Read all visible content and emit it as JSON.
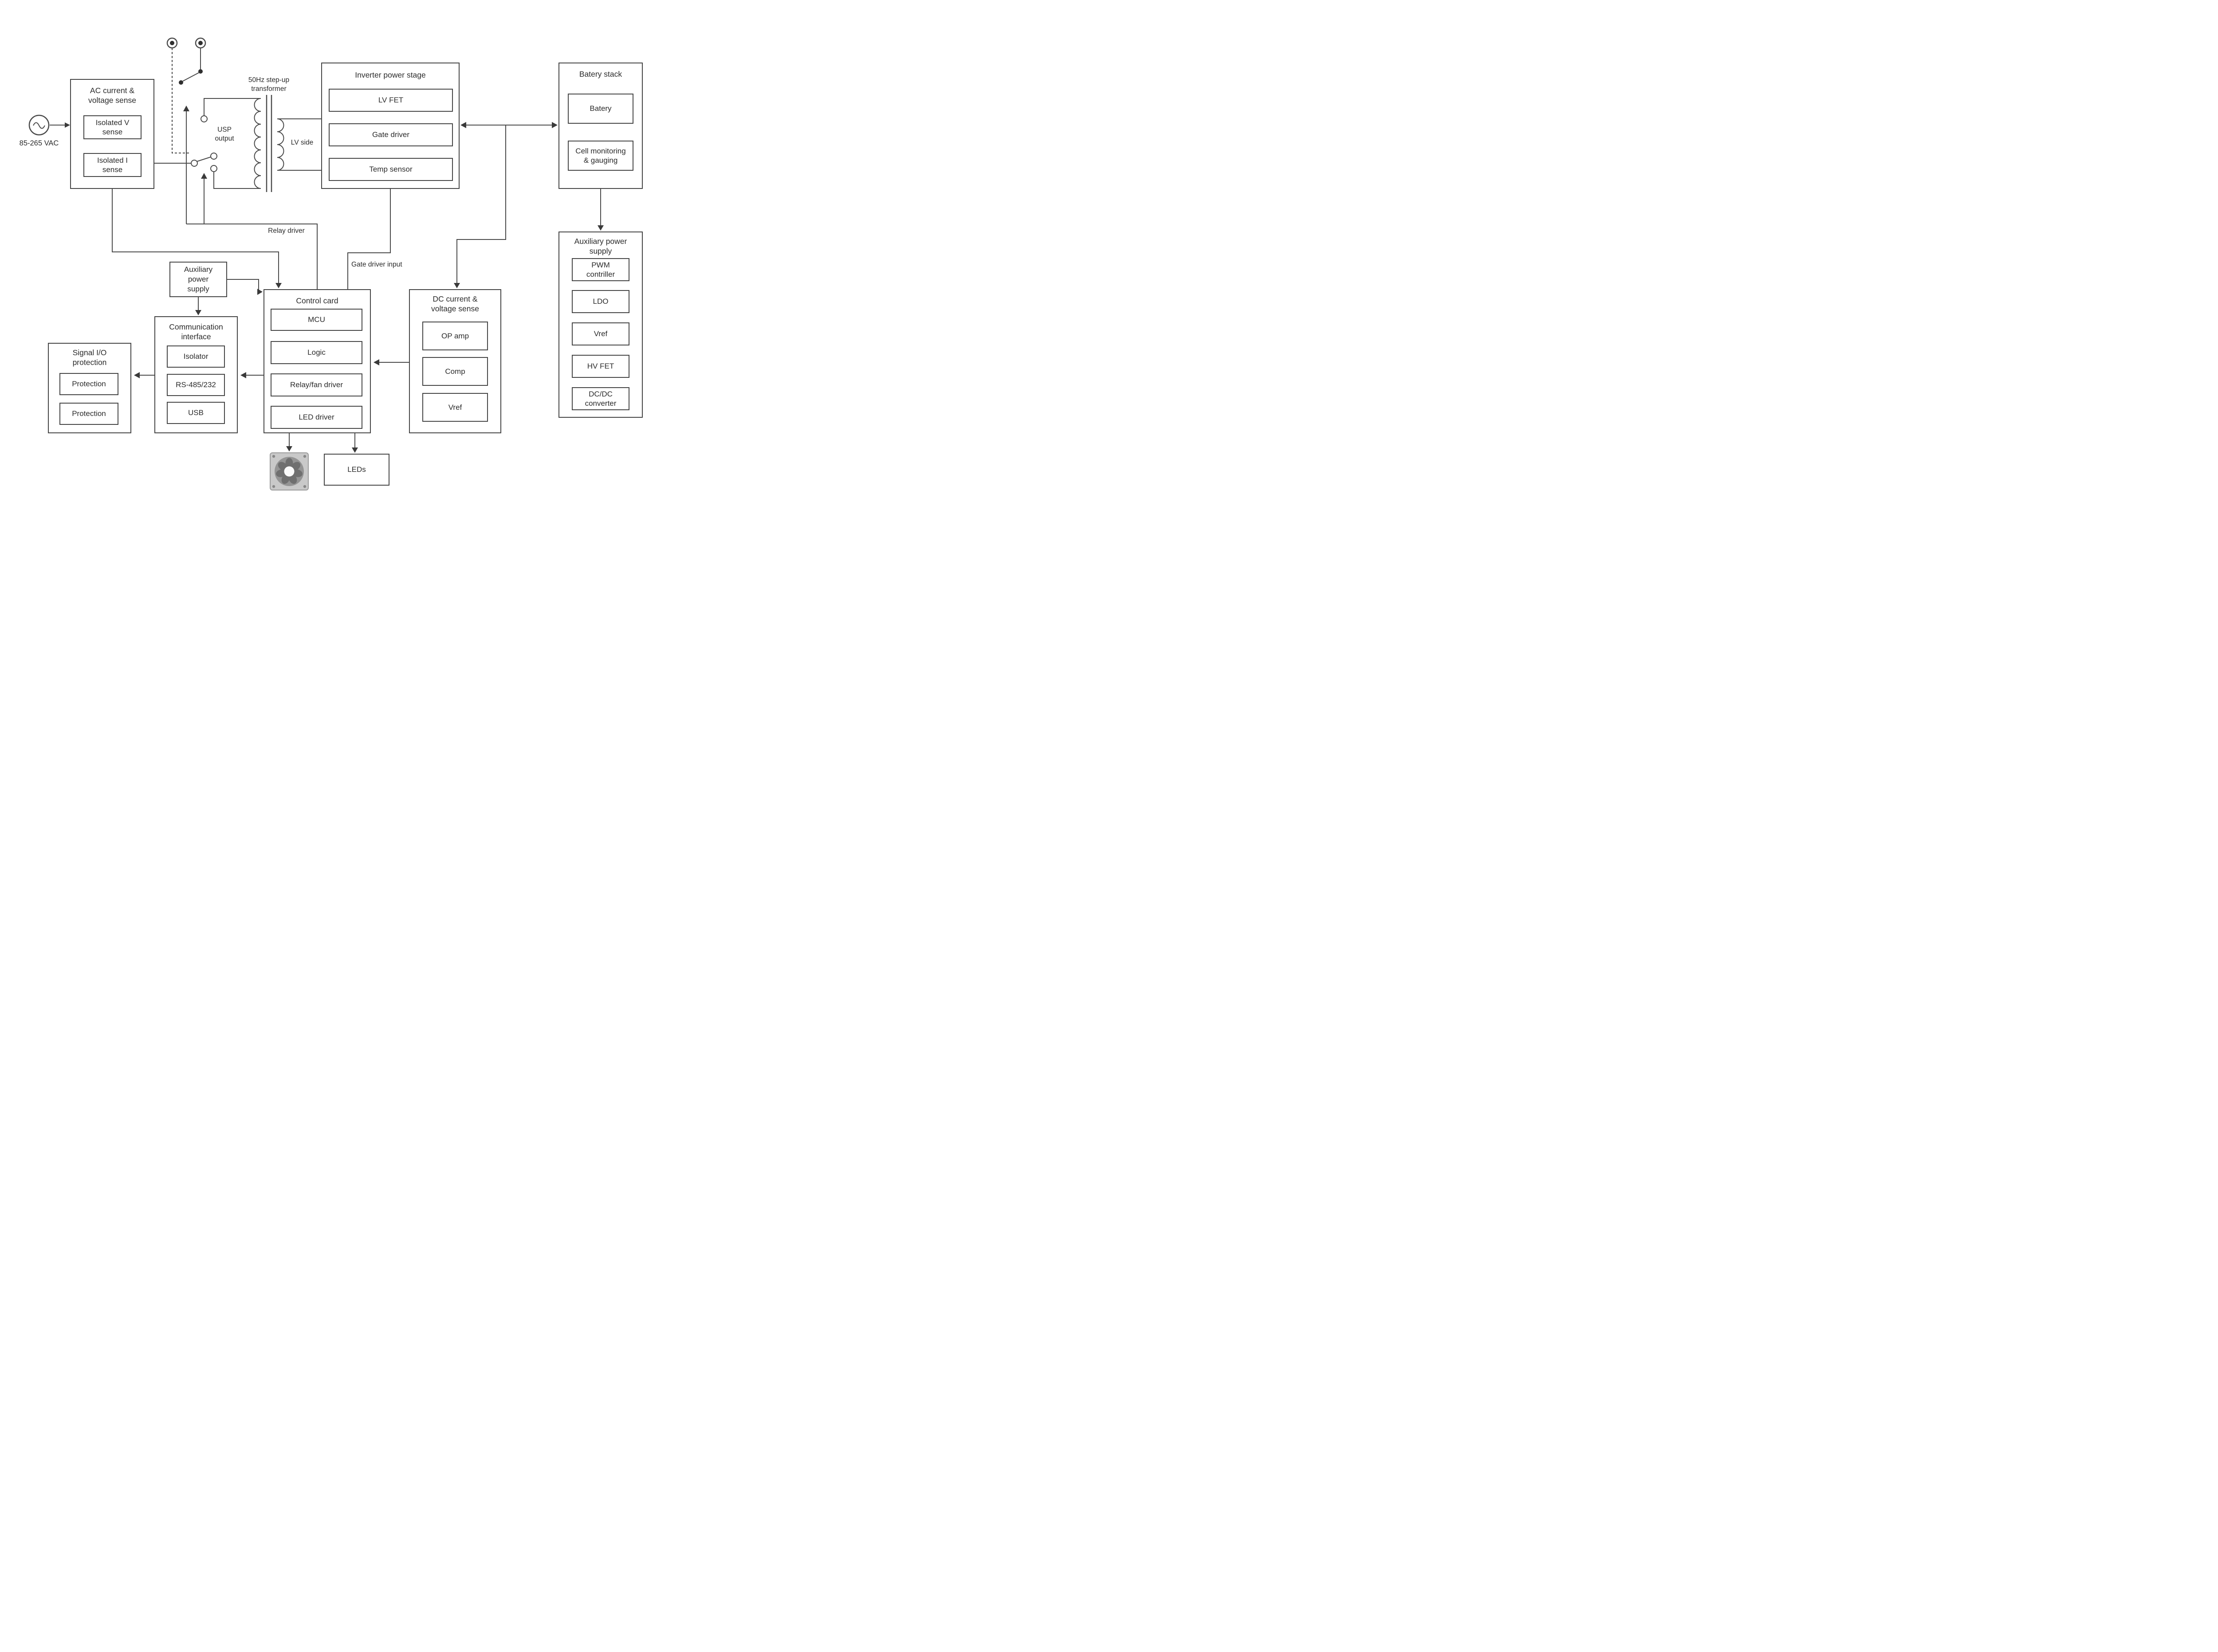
{
  "colors": {
    "line": "#4a4a4a",
    "border": "#454545",
    "text": "#2b2b2b",
    "canvas": "#ffffff"
  },
  "source": {
    "label": "85-265 VAC"
  },
  "transformer": {
    "label": "50Hz step-up\ntransformer",
    "usp_output": "USP\noutput",
    "lv_side": "LV side"
  },
  "annotations": {
    "relay_driver": "Relay driver",
    "gate_driver_input": "Gate driver input"
  },
  "ac_sense": {
    "title": "AC current &\nvoltage sense",
    "items": [
      "Isolated V\nsense",
      "Isolated I\nsense"
    ]
  },
  "inverter": {
    "title": "Inverter power stage",
    "items": [
      "LV FET",
      "Gate driver",
      "Temp sensor"
    ]
  },
  "battery_stack": {
    "title": "Batery stack",
    "items": [
      "Batery",
      "Cell monitoring\n& gauging"
    ]
  },
  "aux_power_right": {
    "title": "Auxiliary power\nsupply",
    "items": [
      "PWM\ncontriller",
      "LDO",
      "Vref",
      "HV FET",
      "DC/DC\nconverter"
    ]
  },
  "aux_power_small": {
    "label": "Auxiliary\npower\nsupply"
  },
  "control_card": {
    "title": "Control card",
    "items": [
      "MCU",
      "Logic",
      "Relay/fan driver",
      "LED driver"
    ]
  },
  "dc_sense": {
    "title": "DC current &\nvoltage sense",
    "items": [
      "OP amp",
      "Comp",
      "Vref"
    ]
  },
  "comm_interface": {
    "title": "Communication\ninterface",
    "items": [
      "Isolator",
      "RS-485/232",
      "USB"
    ]
  },
  "signal_io": {
    "title": "Signal I/O\nprotection",
    "items": [
      "Protection",
      "Protection"
    ]
  },
  "leds": {
    "label": "LEDs"
  }
}
